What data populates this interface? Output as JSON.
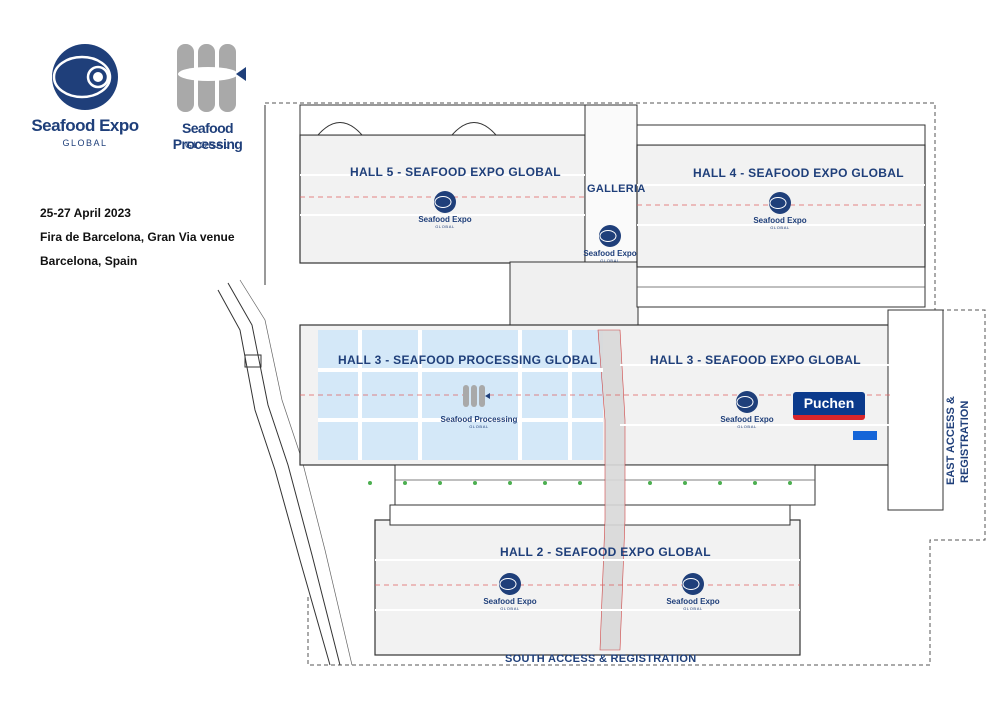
{
  "logos": {
    "seafood_expo": {
      "name": "Seafood Expo",
      "sub": "GLOBAL"
    },
    "seafood_processing": {
      "name": "Seafood Processing",
      "sub": "GLOBAL"
    }
  },
  "event": {
    "dates": "25-27 April 2023",
    "venue": "Fira de Barcelona, Gran Via venue",
    "city": "Barcelona, Spain"
  },
  "halls": {
    "hall5": "HALL 5 - SEAFOOD EXPO GLOBAL",
    "hall4": "HALL 4 - SEAFOOD EXPO GLOBAL",
    "galleria": "GALLERIA",
    "hall3_processing": "HALL 3 - SEAFOOD PROCESSING GLOBAL",
    "hall3_expo": "HALL 3 - SEAFOOD EXPO GLOBAL",
    "hall2": "HALL 2 - SEAFOOD EXPO GLOBAL"
  },
  "access": {
    "east_line1": "EAST ACCESS &",
    "east_line2": "REGISTRATION",
    "south": "SOUTH ACCESS & REGISTRATION"
  },
  "booth": {
    "label": "Puchen"
  },
  "map_logos": {
    "expo_name": "Seafood Expo",
    "expo_sub": "GLOBAL",
    "processing_name": "Seafood Processing",
    "processing_sub": "GLOBAL"
  },
  "colors": {
    "brand_blue": "#1f3f7a",
    "processing_area": "#d4e8f8",
    "booth_blue": "#0b3a8c",
    "booth_red": "#d9262b",
    "walkway": "#d9d9d9"
  }
}
